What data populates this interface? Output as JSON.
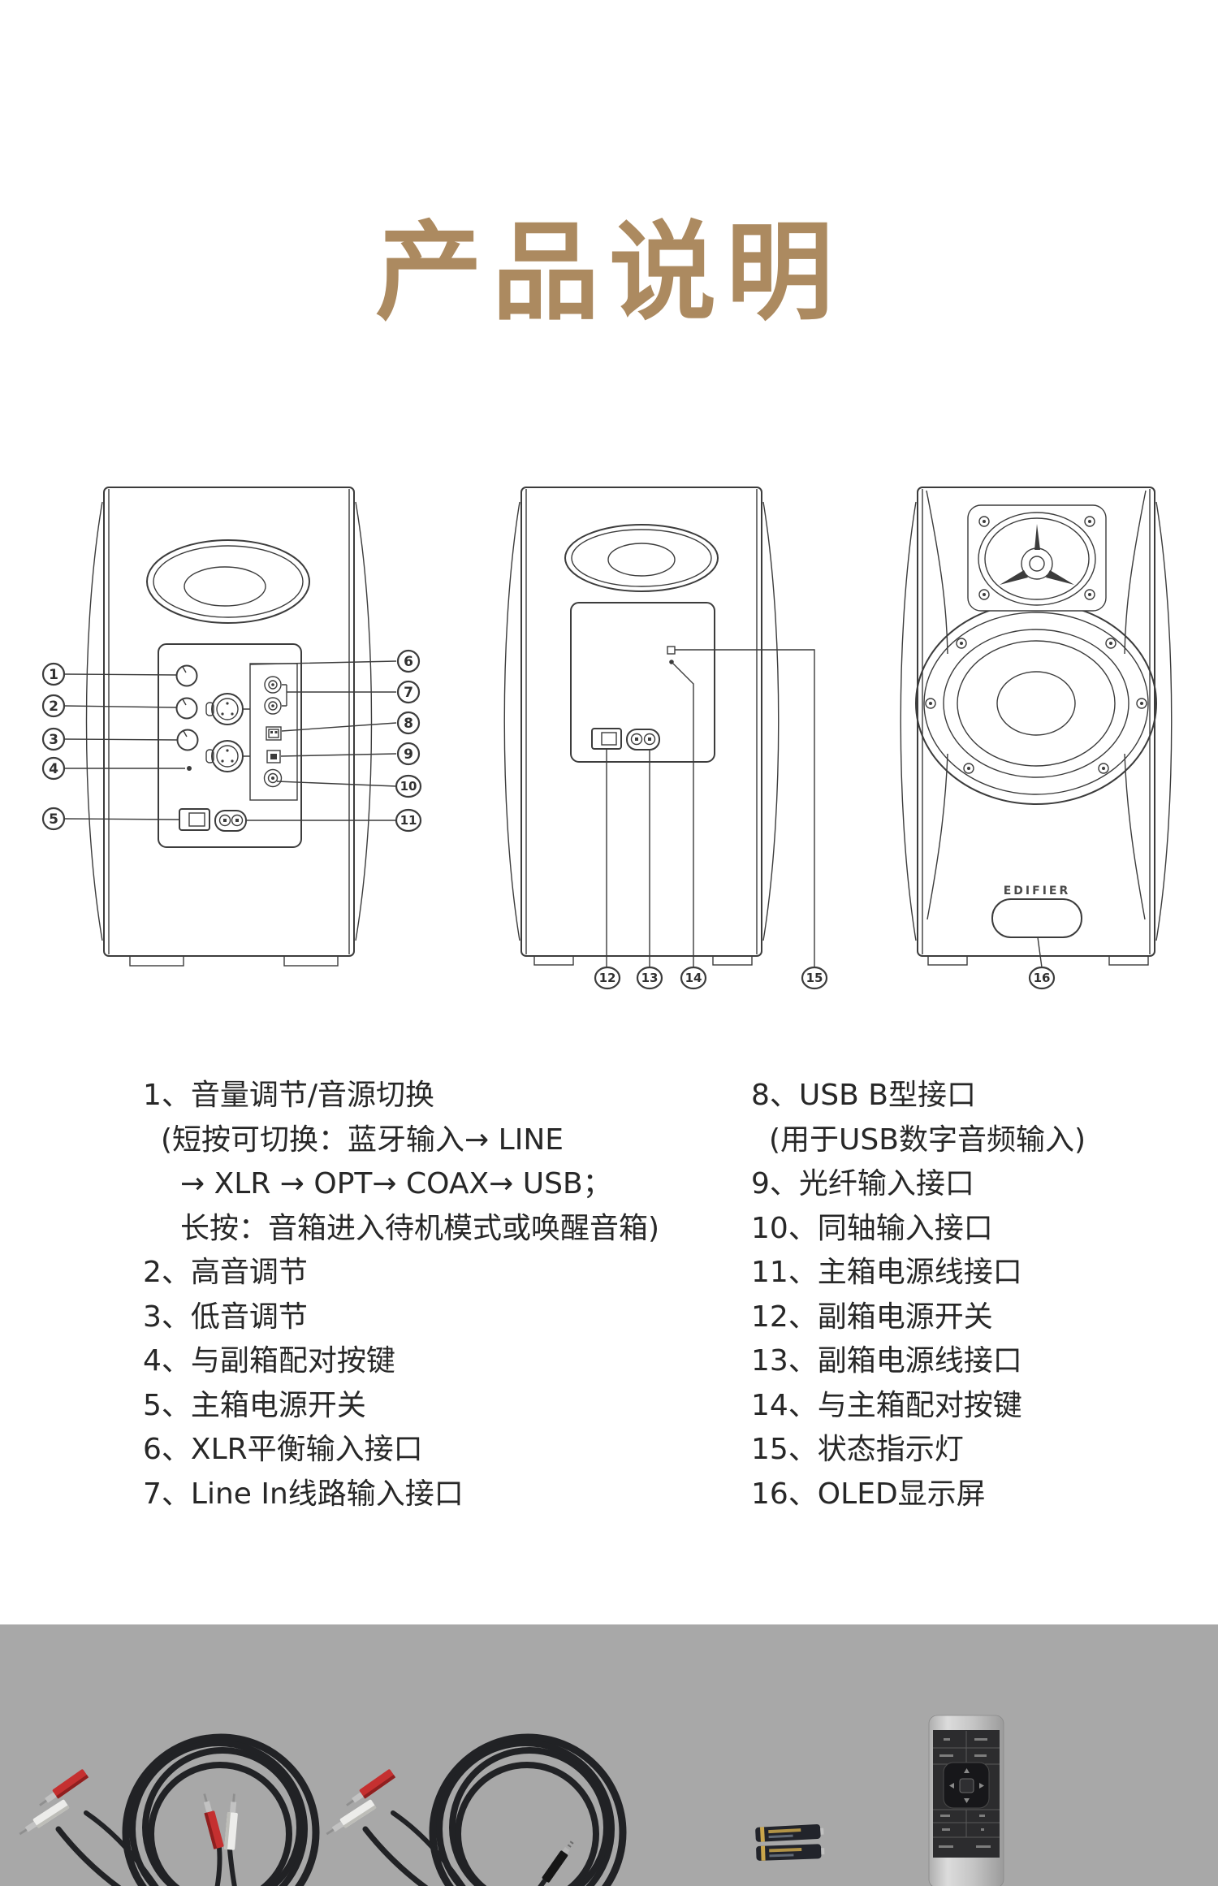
{
  "page": {
    "title": "产品说明",
    "title_color": "#ac8a60",
    "band_color": "#a8a8a8",
    "text_color": "#272727"
  },
  "diagram": {
    "front_logo": "EDIFIER",
    "callouts": [
      {
        "n": "1"
      },
      {
        "n": "2"
      },
      {
        "n": "3"
      },
      {
        "n": "4"
      },
      {
        "n": "5"
      },
      {
        "n": "6"
      },
      {
        "n": "7"
      },
      {
        "n": "8"
      },
      {
        "n": "9"
      },
      {
        "n": "10"
      },
      {
        "n": "11"
      },
      {
        "n": "12"
      },
      {
        "n": "13"
      },
      {
        "n": "14"
      },
      {
        "n": "15"
      },
      {
        "n": "16"
      }
    ]
  },
  "parts_list": {
    "left": [
      {
        "text": "1、音量调节/音源切换"
      },
      {
        "text": "(短按可切换：蓝牙输入→ LINE"
      },
      {
        "text": "→ XLR → OPT→ COAX→ USB；"
      },
      {
        "text": "长按：音箱进入待机模式或唤醒音箱)"
      },
      {
        "text": "2、高音调节"
      },
      {
        "text": "3、低音调节"
      },
      {
        "text": "4、与副箱配对按键"
      },
      {
        "text": "5、主箱电源开关"
      },
      {
        "text": "6、XLR平衡输入接口"
      },
      {
        "text": "7、Line In线路输入接口"
      }
    ],
    "right": [
      {
        "text": "8、USB B型接口"
      },
      {
        "text": "(用于USB数字音频输入)"
      },
      {
        "text": "9、光纤输入接口"
      },
      {
        "text": "10、同轴输入接口"
      },
      {
        "text": "11、主箱电源线接口"
      },
      {
        "text": "12、副箱电源开关"
      },
      {
        "text": "13、副箱电源线接口"
      },
      {
        "text": "14、与主箱配对按键"
      },
      {
        "text": "15、状态指示灯"
      },
      {
        "text": "16、OLED显示屏"
      }
    ]
  },
  "accessories": {
    "icons": [
      "rca-to-rca-cable",
      "rca-to-aux-cable",
      "aaa-batteries",
      "remote-control"
    ],
    "plug_red": "#c53030",
    "plug_white": "#ececea"
  }
}
